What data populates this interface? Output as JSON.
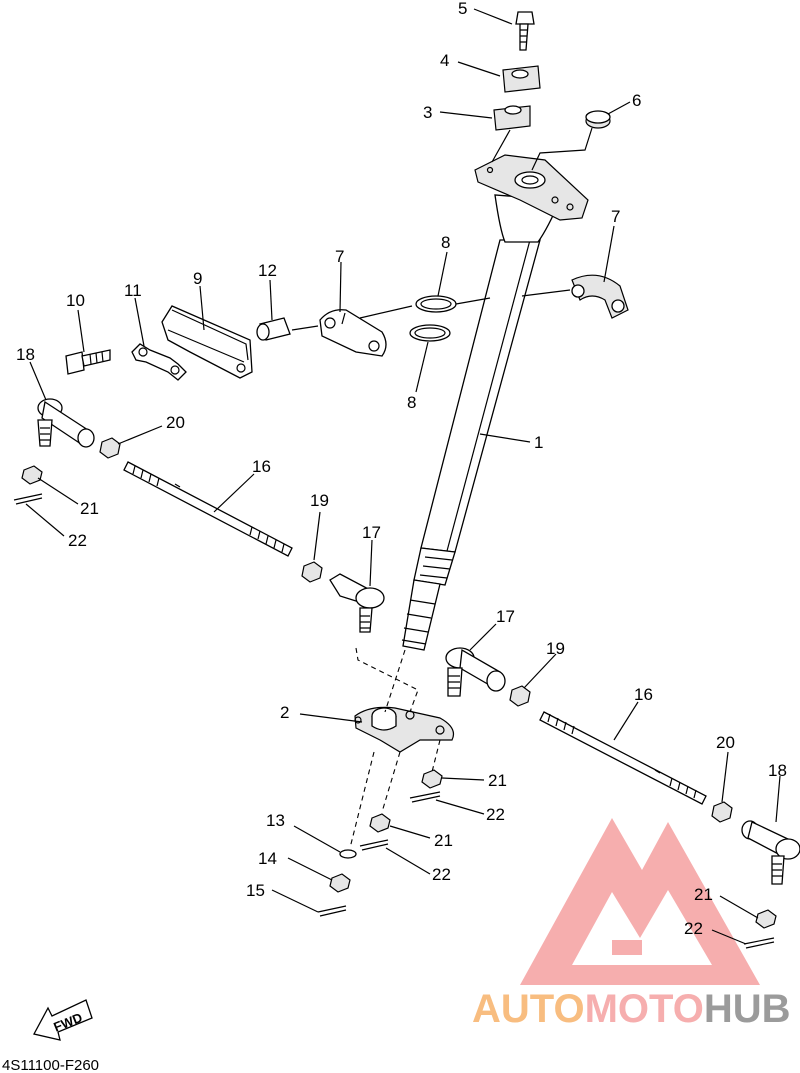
{
  "diagram_code": "4S11100-F260",
  "fwd_label": "FWD",
  "watermark": {
    "part1": "AUTO",
    "part2": "MOTO",
    "part3": "HUB",
    "color_orange": "#f7b26a",
    "color_pink": "#f5a0a0",
    "color_gray": "#8a8a8a"
  },
  "callouts": [
    {
      "id": "c5",
      "text": "5"
    },
    {
      "id": "c4",
      "text": "4"
    },
    {
      "id": "c3",
      "text": "3"
    },
    {
      "id": "c6",
      "text": "6"
    },
    {
      "id": "c7a",
      "text": "7"
    },
    {
      "id": "c7b",
      "text": "7"
    },
    {
      "id": "c8a",
      "text": "8"
    },
    {
      "id": "c8b",
      "text": "8"
    },
    {
      "id": "c9",
      "text": "9"
    },
    {
      "id": "c10",
      "text": "10"
    },
    {
      "id": "c11",
      "text": "11"
    },
    {
      "id": "c12",
      "text": "12"
    },
    {
      "id": "c18a",
      "text": "18"
    },
    {
      "id": "c20a",
      "text": "20"
    },
    {
      "id": "c16a",
      "text": "16"
    },
    {
      "id": "c21a",
      "text": "21"
    },
    {
      "id": "c22a",
      "text": "22"
    },
    {
      "id": "c1",
      "text": "1"
    },
    {
      "id": "c19a",
      "text": "19"
    },
    {
      "id": "c17a",
      "text": "17"
    },
    {
      "id": "c17b",
      "text": "17"
    },
    {
      "id": "c19b",
      "text": "19"
    },
    {
      "id": "c16b",
      "text": "16"
    },
    {
      "id": "c2",
      "text": "2"
    },
    {
      "id": "c20b",
      "text": "20"
    },
    {
      "id": "c18b",
      "text": "18"
    },
    {
      "id": "c21b",
      "text": "21"
    },
    {
      "id": "c22b",
      "text": "22"
    },
    {
      "id": "c21c",
      "text": "21"
    },
    {
      "id": "c22c",
      "text": "22"
    },
    {
      "id": "c13",
      "text": "13"
    },
    {
      "id": "c14",
      "text": "14"
    },
    {
      "id": "c15",
      "text": "15"
    },
    {
      "id": "c21d",
      "text": "21"
    },
    {
      "id": "c22d",
      "text": "22"
    }
  ]
}
